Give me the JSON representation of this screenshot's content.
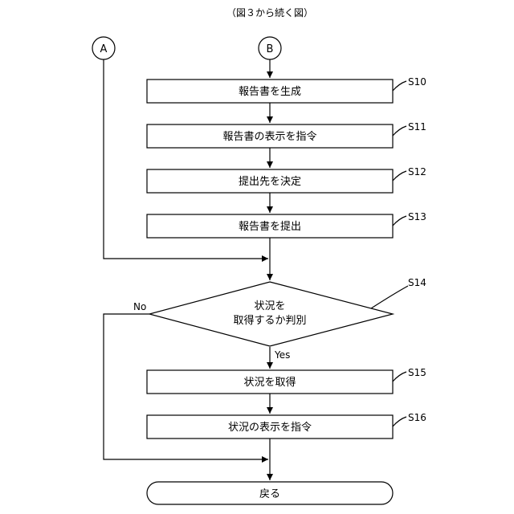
{
  "caption": "（図３から続く図）",
  "connectors": {
    "a": "A",
    "b": "B"
  },
  "steps": [
    {
      "id": "S10",
      "text": "報告書を生成"
    },
    {
      "id": "S11",
      "text": "報告書の表示を指令"
    },
    {
      "id": "S12",
      "text": "提出先を決定"
    },
    {
      "id": "S13",
      "text": "報告書を提出"
    }
  ],
  "decision": {
    "id": "S14",
    "line1": "状況を",
    "line2": "取得するか判別",
    "yes": "Yes",
    "no": "No"
  },
  "steps_after": [
    {
      "id": "S15",
      "text": "状況を取得"
    },
    {
      "id": "S16",
      "text": "状況の表示を指令"
    }
  ],
  "end": "戻る"
}
